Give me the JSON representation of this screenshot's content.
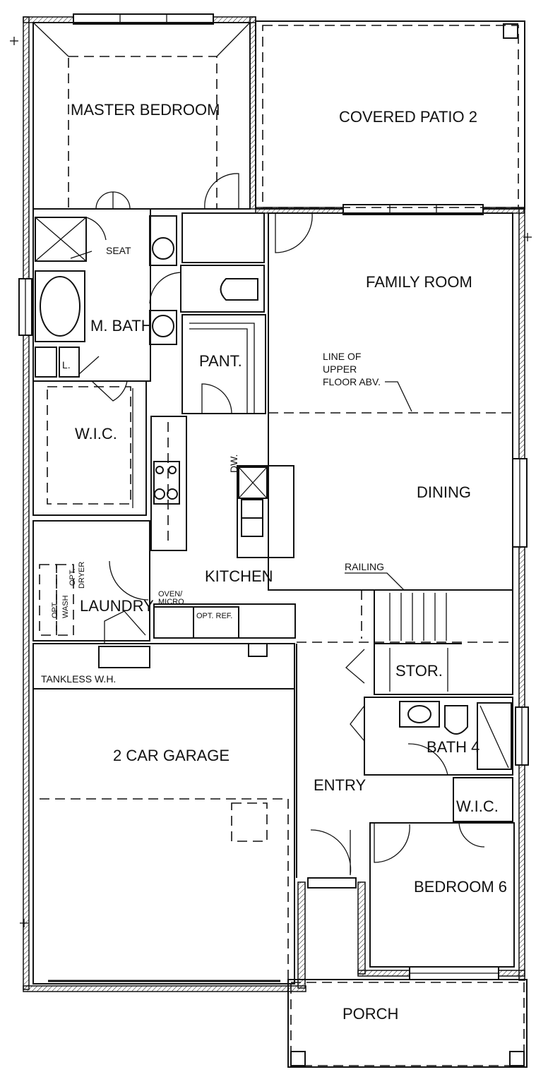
{
  "labels": {
    "master_bedroom": "MASTER BEDROOM",
    "covered_patio": "COVERED PATIO 2",
    "family_room": "FAMILY ROOM",
    "seat": "SEAT",
    "m_bath": "M. BATH",
    "linen": "L.",
    "pantry": "PANT.",
    "line_of_upper_1": "LINE OF",
    "line_of_upper_2": "UPPER",
    "line_of_upper_3": "FLOOR ABV.",
    "wic_master": "W.I.C.",
    "dw": "DW.",
    "dining": "DINING",
    "railing": "RAILING",
    "kitchen": "KITCHEN",
    "oven_1": "OVEN/",
    "oven_2": "MICRO",
    "opt_ref": "OPT. REF.",
    "laundry": "LAUNDRY",
    "opt_a": "OPT.",
    "wash": "WASH",
    "opt_b": "OPT.",
    "dryer": "DRYER",
    "tankless": "TANKLESS W.H.",
    "storage": "STOR.",
    "garage": "2 CAR GARAGE",
    "bath4": "BATH 4",
    "entry": "ENTRY",
    "wic_bed": "W.I.C.",
    "bedroom6": "BEDROOM 6",
    "porch": "PORCH"
  }
}
